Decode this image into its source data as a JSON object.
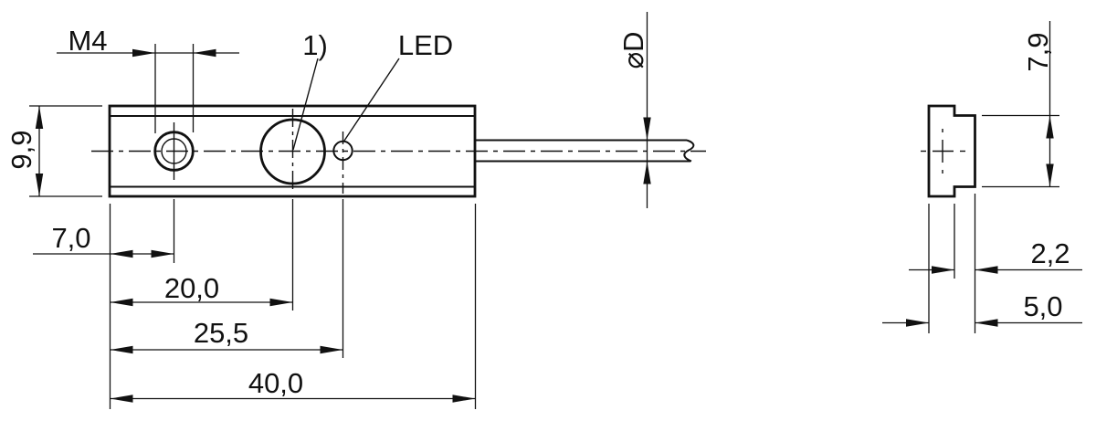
{
  "colors": {
    "line": "#111111",
    "background": "#ffffff"
  },
  "front_view": {
    "thread_label": "M4",
    "height_dim": "9,9",
    "note_label": "1)",
    "led_label": "LED",
    "cable_diameter_label": "⌀D",
    "dim_hole_offset": "7,0",
    "dim_face_center": "20,0",
    "dim_led_offset": "25,5",
    "dim_length": "40,0"
  },
  "side_view": {
    "dim_height": "7,9",
    "dim_step_depth": "2,2",
    "dim_depth": "5,0"
  }
}
